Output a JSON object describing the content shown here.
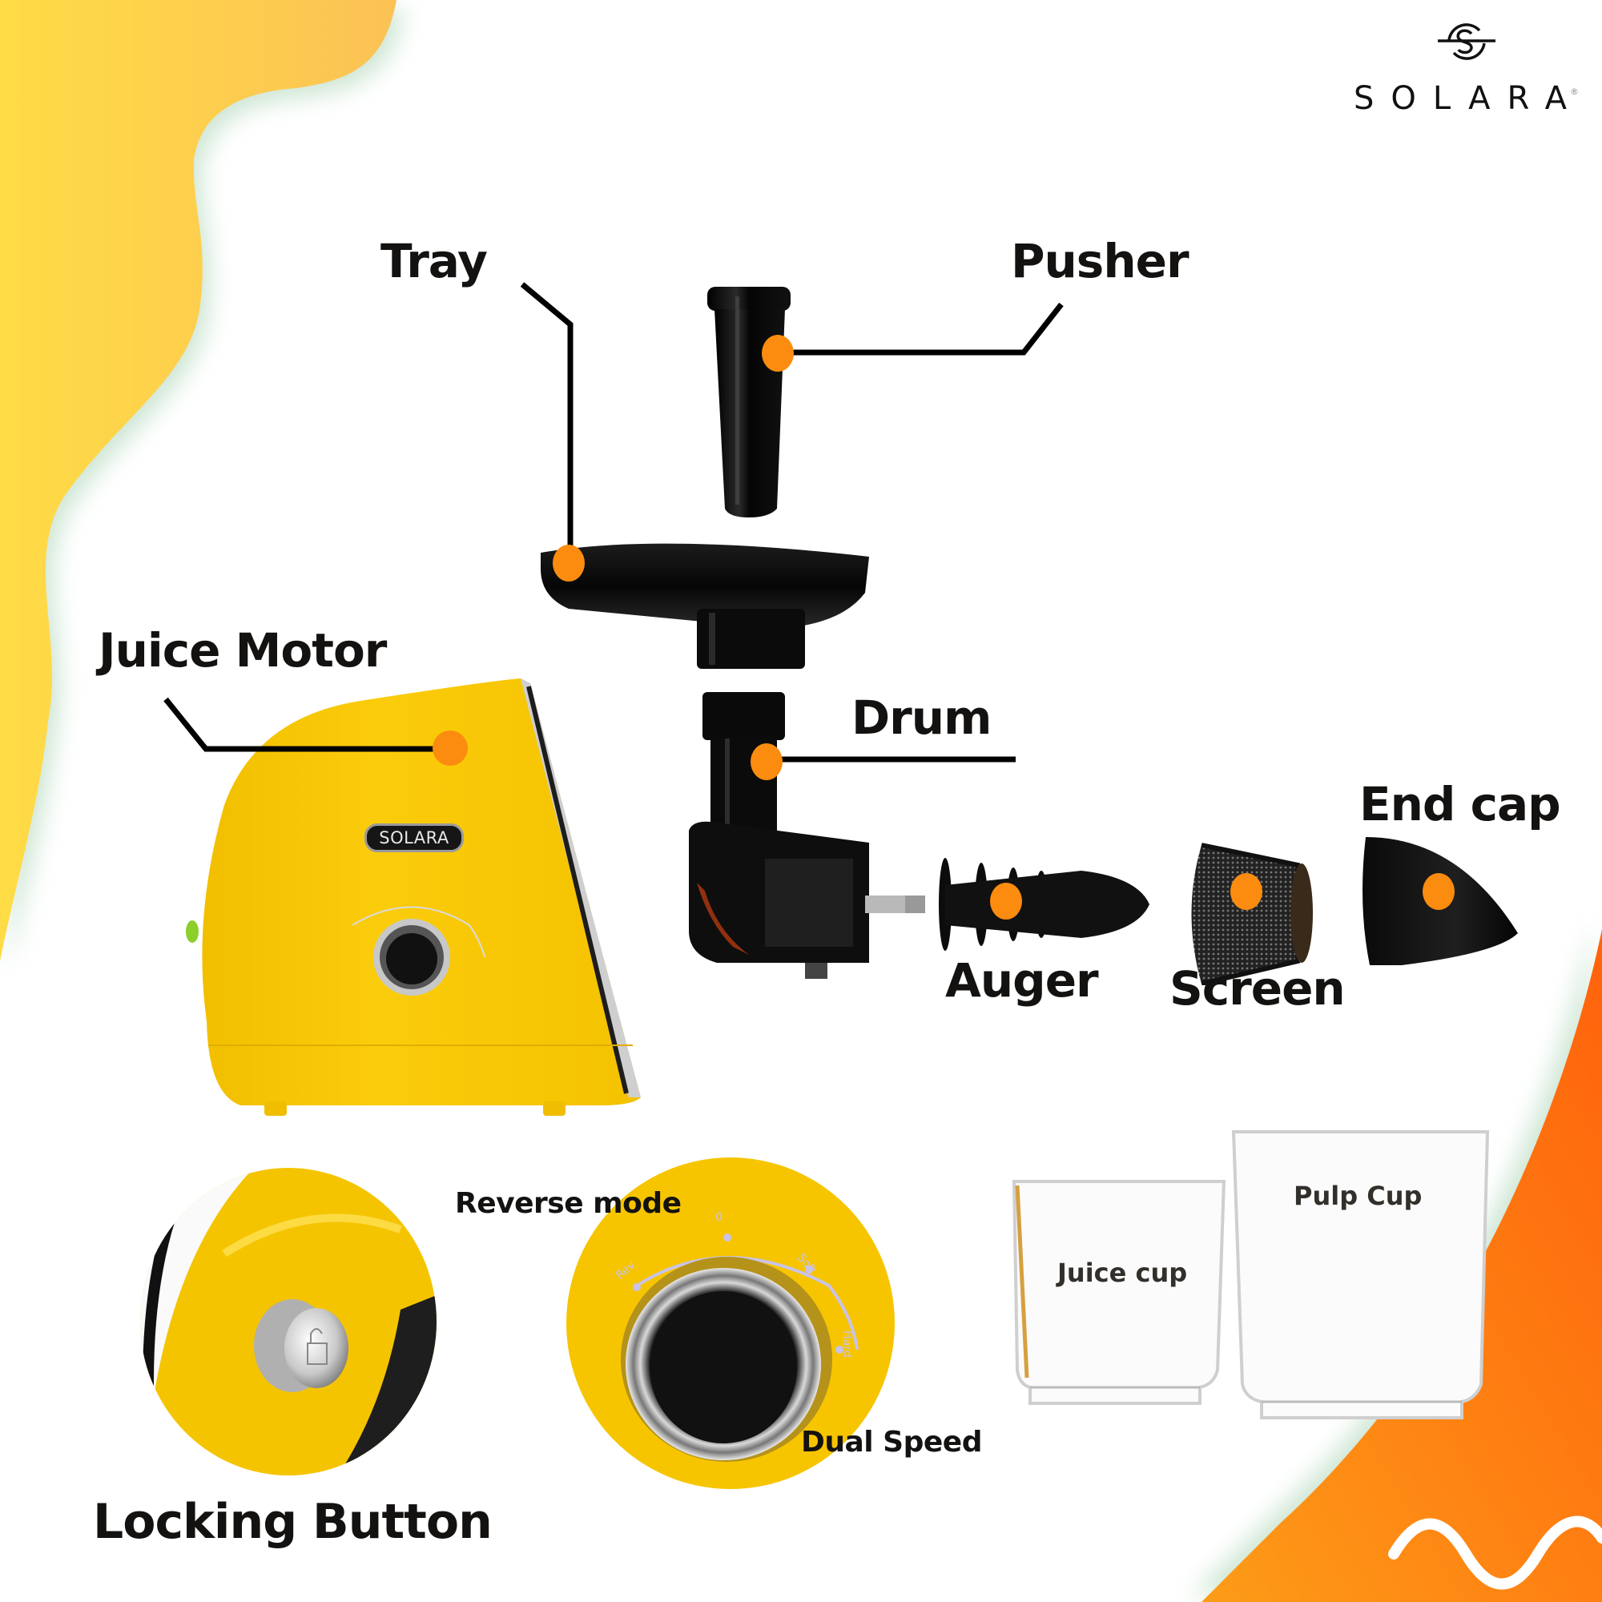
{
  "brand": {
    "logo_icon": "solara-s-circle-icon",
    "wordmark": "SOLARA",
    "registered_mark": "®",
    "badge_text": "SOLARA"
  },
  "colors": {
    "callout_dot": "#fb8c0f",
    "callout_line": "#000000",
    "yellow_wave": "#ffd84a",
    "orange_wave": "#ff7a12",
    "motor_body": "#f7c600",
    "text": "#141210"
  },
  "parts": [
    {
      "id": "tray",
      "label": "Tray"
    },
    {
      "id": "pusher",
      "label": "Pusher"
    },
    {
      "id": "juice-motor",
      "label": "Juice Motor"
    },
    {
      "id": "drum",
      "label": "Drum"
    },
    {
      "id": "end-cap",
      "label": "End cap"
    },
    {
      "id": "auger",
      "label": "Auger"
    },
    {
      "id": "screen",
      "label": "Screen"
    }
  ],
  "features": {
    "locking_button": "Locking Button",
    "reverse_mode": "Reverse mode",
    "dual_speed": "Dual Speed"
  },
  "dial": {
    "positions": [
      "Rev",
      "0",
      "Soft",
      "Hard"
    ]
  },
  "cups": {
    "juice_cup": "Juice cup",
    "pulp_cup": "Pulp Cup"
  }
}
